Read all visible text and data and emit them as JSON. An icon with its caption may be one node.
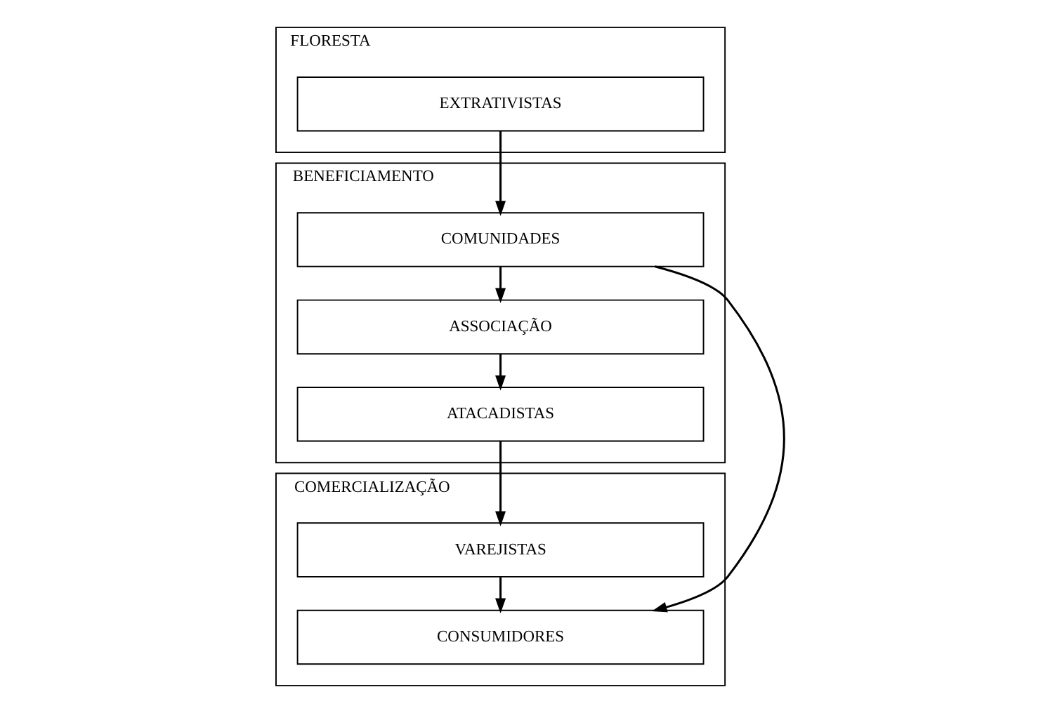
{
  "diagram": {
    "nodes": [
      {
        "text": [
          "FLORESTA"
        ]
      },
      {
        "text": [
          "EXTRATIVISTAS"
        ],
        "in": 0
      },
      {
        "text": [
          "BENEFICIAMENTO"
        ]
      },
      {
        "text": [
          "COMUNIDADES"
        ],
        "in": 2
      },
      {
        "text": [
          "ASSOCIAÇÃO"
        ],
        "in": 2
      },
      {
        "text": [
          "ATACADISTAS"
        ],
        "in": 2
      },
      {
        "text": [
          "COMERCIALIZAÇÃO"
        ]
      },
      {
        "text": [
          "VAREJISTAS"
        ],
        "in": 6
      },
      {
        "text": [
          "CONSUMIDORES"
        ],
        "in": 6
      }
    ],
    "edges": [
      {
        "from": 1,
        "to": 3,
        "arrow": "to"
      },
      {
        "from": 3,
        "to": 4,
        "arrow": "to"
      },
      {
        "from": 4,
        "to": 5,
        "arrow": "to"
      },
      {
        "from": 5,
        "to": 7,
        "arrow": "to"
      },
      {
        "from": 7,
        "to": 8,
        "arrow": "to"
      },
      {
        "from": 3,
        "to": 8,
        "arrow": "to"
      }
    ]
  }
}
